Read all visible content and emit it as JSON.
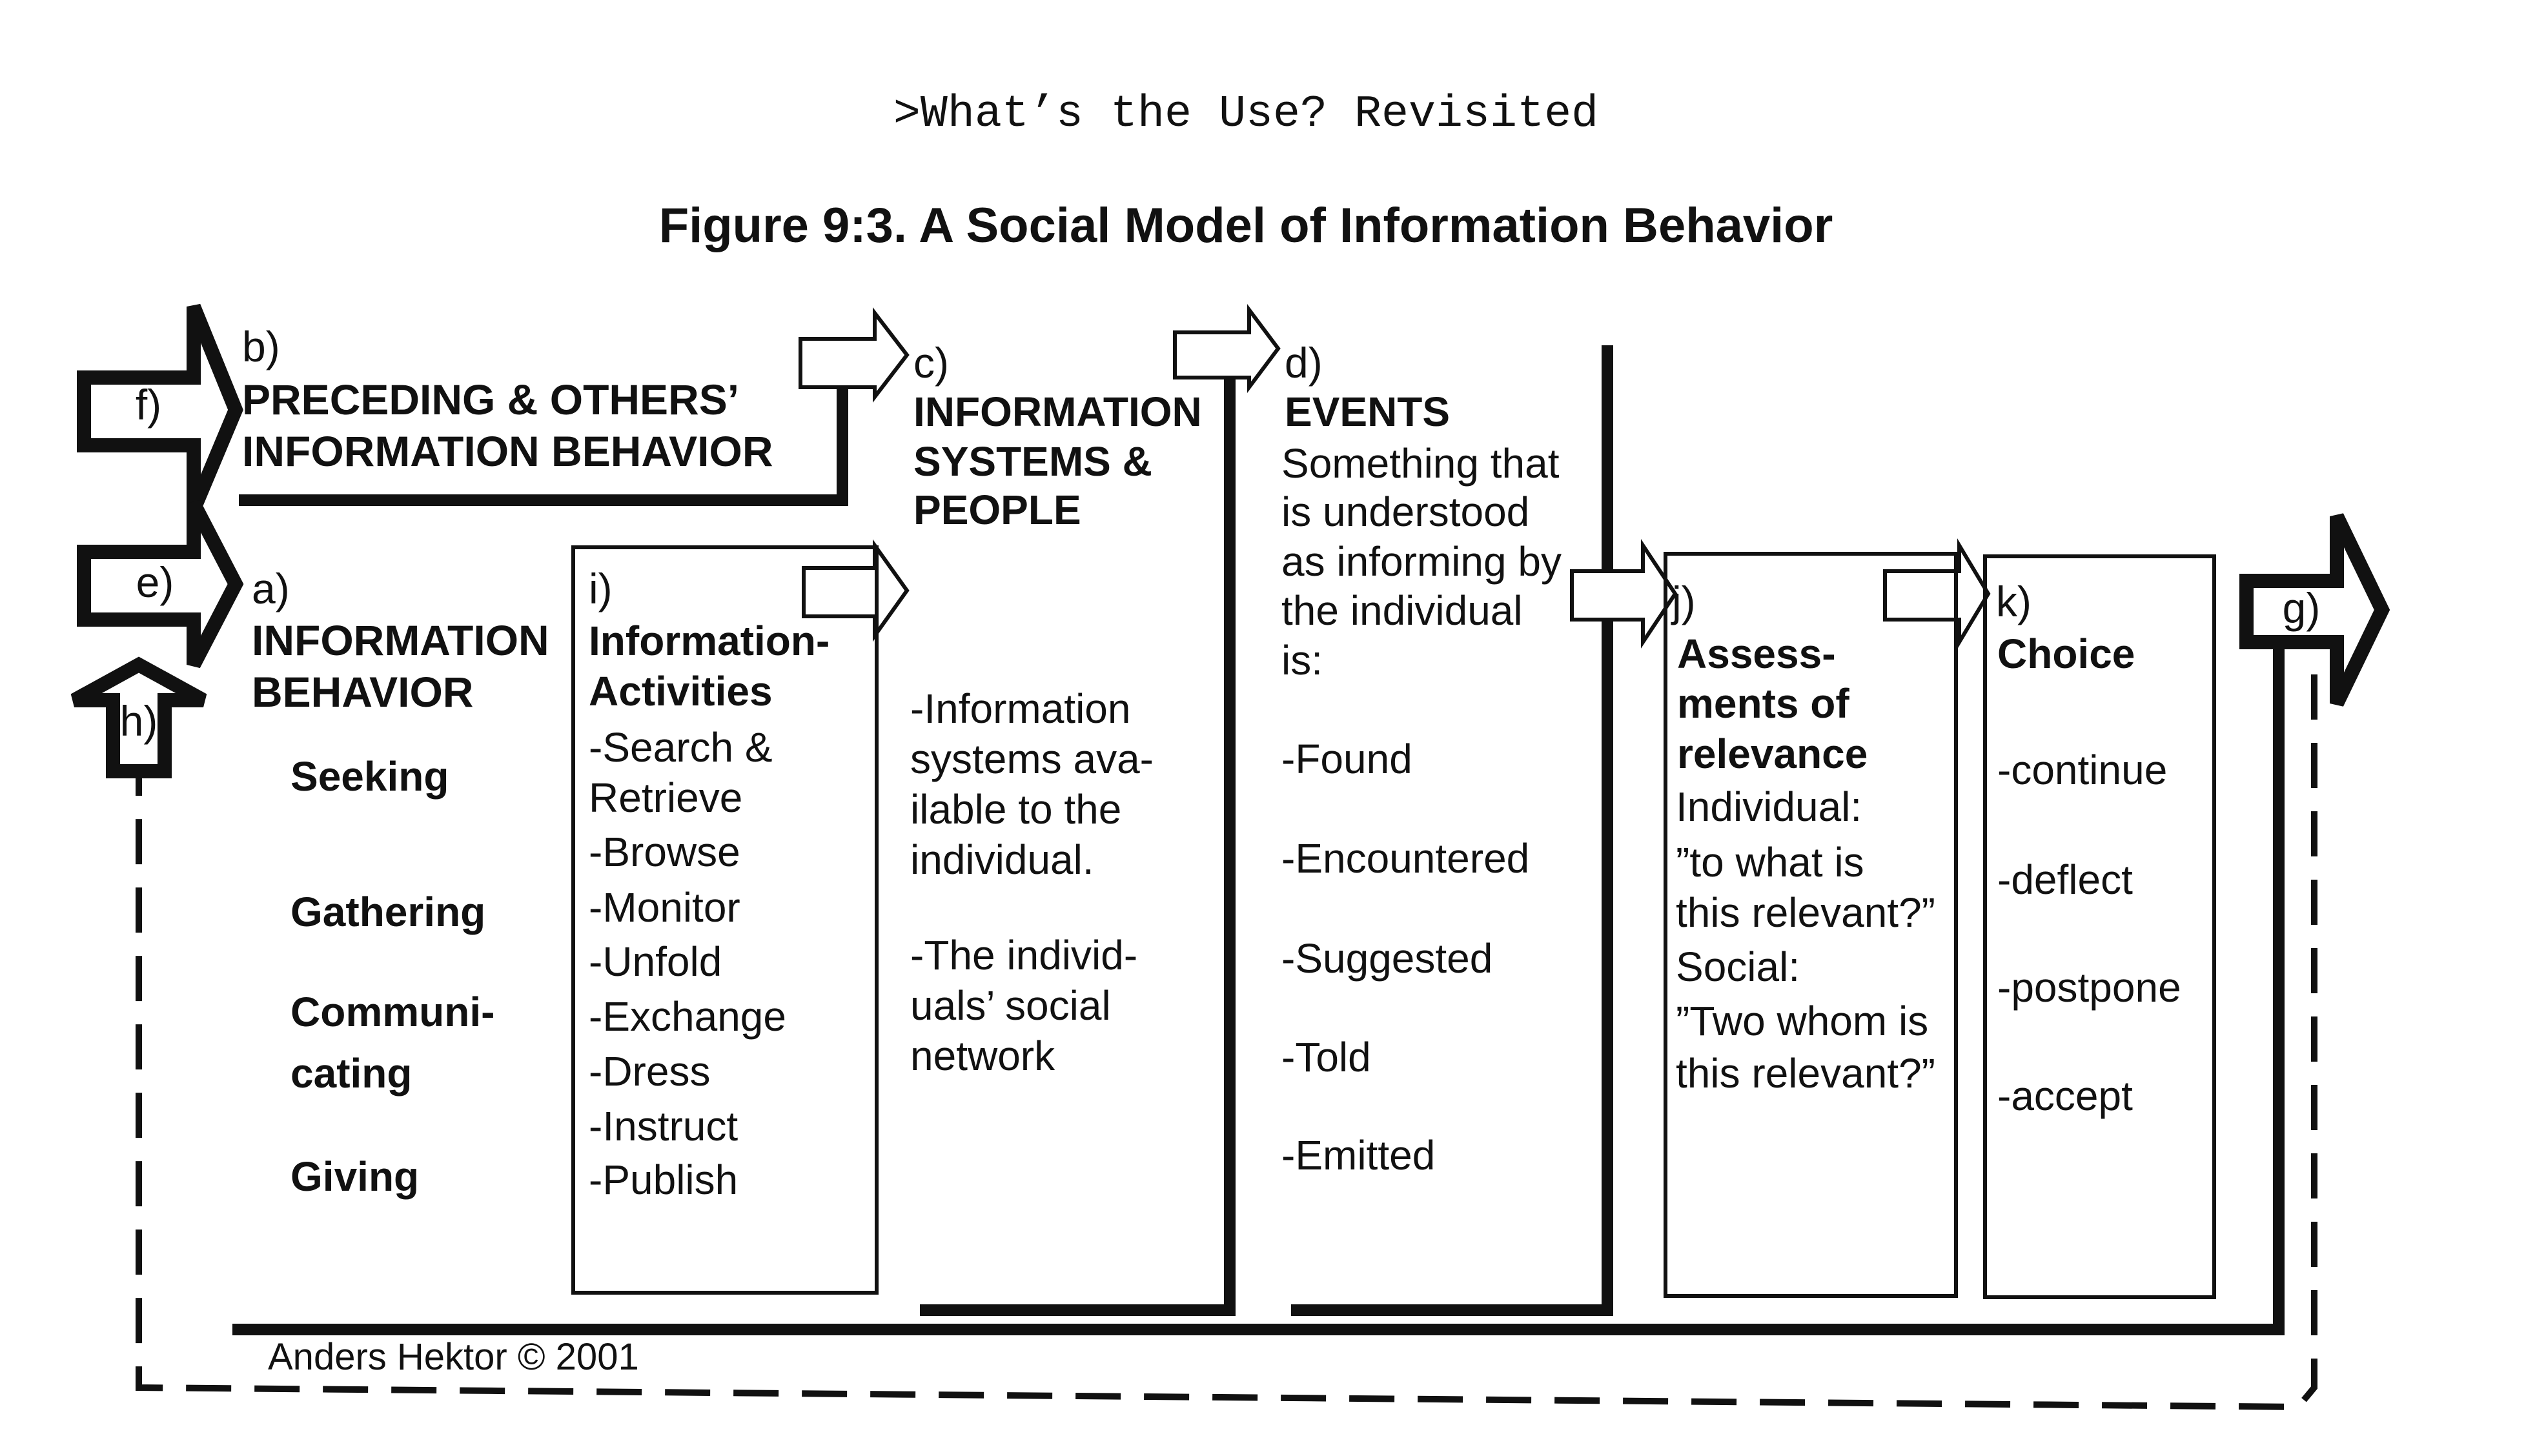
{
  "header": ">What’s the Use? Revisited",
  "figure_title": "Figure 9:3. A Social Model of Information Behavior",
  "copyright": "Anders Hektor © 2001",
  "markers": {
    "f": "f)",
    "e": "e)",
    "h": "h)",
    "g": "g)"
  },
  "boxes": {
    "b": {
      "letter": "b)",
      "title": [
        "PRECEDING & OTHERS’",
        "INFORMATION BEHAVIOR"
      ]
    },
    "a": {
      "letter": "a)",
      "title": [
        "INFORMATION",
        "BEHAVIOR"
      ],
      "items": [
        "Seeking",
        "Gathering",
        "Communi-",
        "cating",
        "Giving"
      ]
    },
    "i": {
      "letter": "i)",
      "title": [
        "Information-",
        "Activities"
      ],
      "items": [
        "-Search &",
        "Retrieve",
        "-Browse",
        "-Monitor",
        "-Unfold",
        "-Exchange",
        "-Dress",
        "-Instruct",
        "-Publish"
      ]
    },
    "c": {
      "letter": "c)",
      "title": [
        "INFORMATION",
        "SYSTEMS &",
        "PEOPLE"
      ],
      "body": [
        "-Information",
        "systems ava-",
        "ilable to the",
        "individual.",
        "-The individ-",
        "uals’ social",
        "network"
      ]
    },
    "d": {
      "letter": "d)",
      "title": [
        "EVENTS"
      ],
      "intro": [
        "Something that",
        "is understood",
        "as informing by",
        "the individual",
        "is:"
      ],
      "items": [
        "-Found",
        "-Encountered",
        "-Suggested",
        "-Told",
        "-Emitted"
      ]
    },
    "j": {
      "letter": "j)",
      "title": [
        "Assess-",
        "ments of",
        "relevance"
      ],
      "body": [
        "Individual:",
        "”to what is",
        "this relevant?”",
        "Social:",
        "”Two whom is",
        "this relevant?”"
      ]
    },
    "k": {
      "letter": "k)",
      "title": [
        "Choice"
      ],
      "items": [
        "-continue",
        "-deflect",
        "-postpone",
        "-accept"
      ]
    }
  }
}
